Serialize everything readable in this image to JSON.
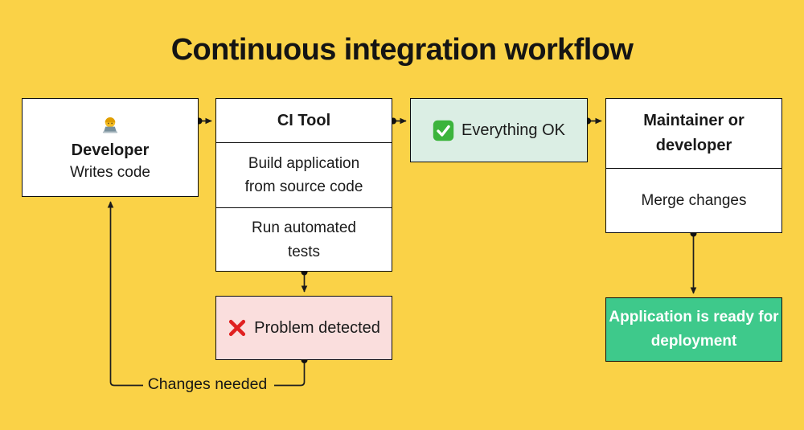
{
  "title": "Continuous integration workflow",
  "colors": {
    "background": "#FAD247",
    "node_background": "#FFFFFF",
    "ok_background": "#DBEEE4",
    "problem_background": "#FADEDD",
    "deploy_background": "#3EC98B",
    "border": "#0D0D0D",
    "connector": "#1F1F1F",
    "text": "#1A1A1A",
    "deploy_text": "#FFFFFF",
    "check_green": "#3CB43C",
    "cross_red": "#E02020"
  },
  "nodes": {
    "developer": {
      "icon": "technologist-icon",
      "title": "Developer",
      "subtitle": "Writes code"
    },
    "ci_tool": {
      "title": "CI Tool",
      "steps": [
        "Build application from source code",
        "Run automated tests"
      ]
    },
    "everything_ok": {
      "icon": "check-mark-icon",
      "label": "Everything OK"
    },
    "maintainer": {
      "title": "Maintainer or developer",
      "action": "Merge changes"
    },
    "problem": {
      "icon": "cross-mark-icon",
      "label": "Problem detected"
    },
    "deployment": {
      "label": "Application is ready for deployment"
    }
  },
  "edges": {
    "changes_needed_label": "Changes needed"
  }
}
